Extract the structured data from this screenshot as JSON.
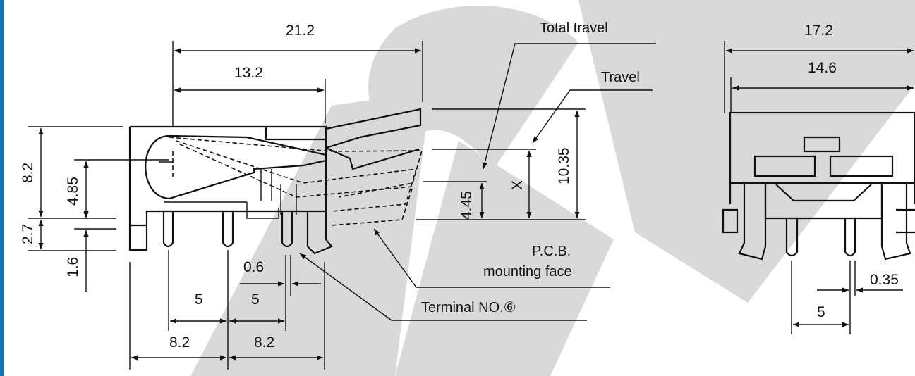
{
  "colors": {
    "left_border": "#1a72b5",
    "watermark": "#d9d9d9",
    "line": "#111111",
    "background": "#ffffff"
  },
  "dimensions": {
    "side_view": {
      "overall_length": "21.2",
      "lever_length": "13.2",
      "height_8_2": "8.2",
      "height_4_85": "4.85",
      "height_2_7": "2.7",
      "height_1_6": "1.6",
      "pitch_a": "5",
      "pitch_b": "5",
      "terminal_width": "0.6",
      "span_a": "8.2",
      "span_b": "8.2",
      "x_marker": "X",
      "height_4_45": "4.45",
      "height_10_35": "10.35"
    },
    "front_view": {
      "overall_width": "17.2",
      "body_width": "14.6",
      "terminal_width": "0.35",
      "pitch": "5"
    }
  },
  "labels": {
    "total_travel": "Total travel",
    "travel": "Travel",
    "pcb_line1": "P.C.B.",
    "pcb_line2": "mounting face",
    "terminal": "Terminal NO.⑥"
  }
}
